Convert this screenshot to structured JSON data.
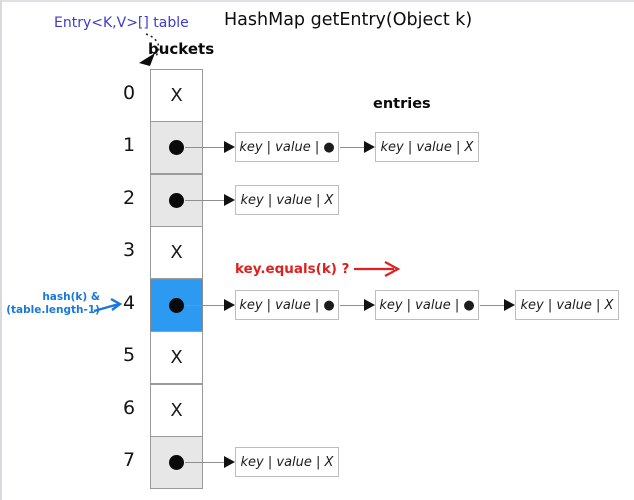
{
  "title": "HashMap getEntry(Object k)",
  "labels": {
    "table_ref": "Entry<K,V>[] table",
    "buckets": "buckets",
    "entries": "entries",
    "hash_line1": "hash(k) &",
    "hash_line2": "(table.length-1)",
    "key_equals": "key.equals(k) ?"
  },
  "colors": {
    "highlight_blue": "#2b9af0",
    "bucket_gray": "#e7e7e7",
    "table_ref_blue": "#3c3ccd",
    "hash_label_blue": "#1a78d8",
    "equals_red": "#e01f1f"
  },
  "buckets": [
    {
      "index": "0",
      "state": "empty",
      "marker": "X"
    },
    {
      "index": "1",
      "state": "chain",
      "marker": ""
    },
    {
      "index": "2",
      "state": "chain",
      "marker": ""
    },
    {
      "index": "3",
      "state": "empty",
      "marker": "X"
    },
    {
      "index": "4",
      "state": "current",
      "marker": ""
    },
    {
      "index": "5",
      "state": "empty",
      "marker": "X"
    },
    {
      "index": "6",
      "state": "empty",
      "marker": "X"
    },
    {
      "index": "7",
      "state": "chain",
      "marker": ""
    }
  ],
  "chains": {
    "b1": [
      "key | value | ●",
      "key | value | X"
    ],
    "b2": [
      "key | value | X"
    ],
    "b4": [
      "key | value | ●",
      "key | value | ●",
      "key | value | X"
    ],
    "b7": [
      "key | value | X"
    ]
  }
}
